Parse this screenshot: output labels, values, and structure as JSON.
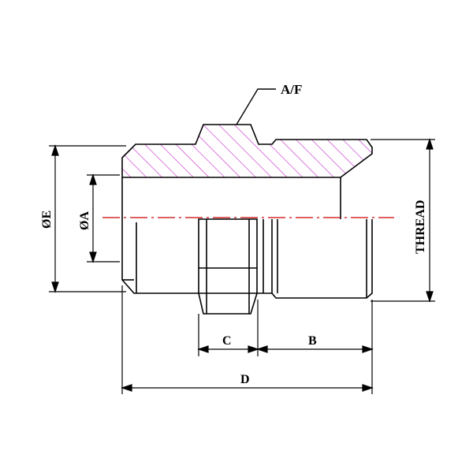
{
  "labels": {
    "af": "A/F",
    "dia_e": "ØE",
    "dia_a": "ØA",
    "thread": "THREAD",
    "b": "B",
    "c": "C",
    "d": "D"
  },
  "colors": {
    "outline": "#000000",
    "hatch": "#cc33cc",
    "centerline": "#cc0000"
  }
}
